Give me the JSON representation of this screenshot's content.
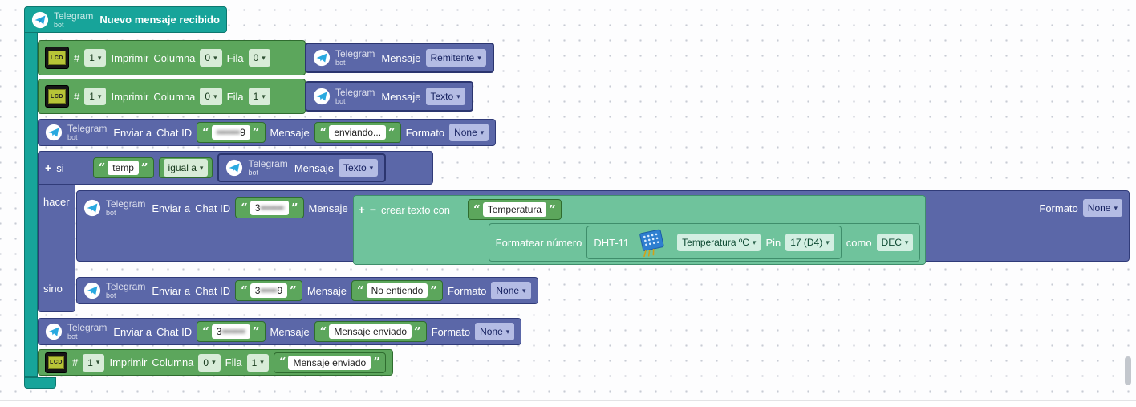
{
  "brand": {
    "name": "Telegram",
    "sub": "bot"
  },
  "punct": {
    "open_quote": "“",
    "close_quote": "”",
    "plus": "+",
    "minus": "−",
    "hash": "#",
    "caret": "▾"
  },
  "hat": {
    "title": "Nuevo mensaje recibido"
  },
  "lcd": {
    "icon": "LCD",
    "labels": {
      "imprimir": "Imprimir",
      "columna": "Columna",
      "fila": "Fila"
    },
    "row1": {
      "num": "1",
      "col": "0",
      "fila": "0"
    },
    "row2": {
      "num": "1",
      "col": "0",
      "fila": "1"
    },
    "row3": {
      "num": "1",
      "col": "0",
      "fila": "1",
      "text": "Mensaje enviado"
    }
  },
  "telegram_msg": {
    "label": "Mensaje",
    "remitente": "Remitente",
    "texto": "Texto"
  },
  "send": {
    "enviar": "Enviar a",
    "chat_id": "Chat ID",
    "mensaje": "Mensaje",
    "formato": "Formato",
    "none": "None",
    "s1": {
      "chat_prefix": "",
      "chat_masked": "•••••••",
      "chat_suffix": "9",
      "msg": "enviando..."
    },
    "s2": {
      "chat_prefix": "3",
      "chat_masked": "•••••••",
      "chat_suffix": ""
    },
    "s3": {
      "chat_prefix": "3",
      "chat_masked": "•••••",
      "chat_suffix": "9",
      "msg": "No entiendo"
    },
    "s4": {
      "chat_prefix": "3",
      "chat_masked": "•••••••",
      "chat_suffix": "",
      "msg": "Mensaje enviado"
    }
  },
  "ifblock": {
    "si": "si",
    "hacer": "hacer",
    "sino": "sino"
  },
  "cond": {
    "value": "temp",
    "op": "igual a"
  },
  "create_text": {
    "label": "crear texto con",
    "item": "Temperatura",
    "format_label": "Formatear número",
    "como": "como",
    "format_as": "DEC"
  },
  "dht": {
    "name": "DHT-11",
    "mode": "Temperatura ºC",
    "pin_label": "Pin",
    "pin": "17 (D4)"
  }
}
